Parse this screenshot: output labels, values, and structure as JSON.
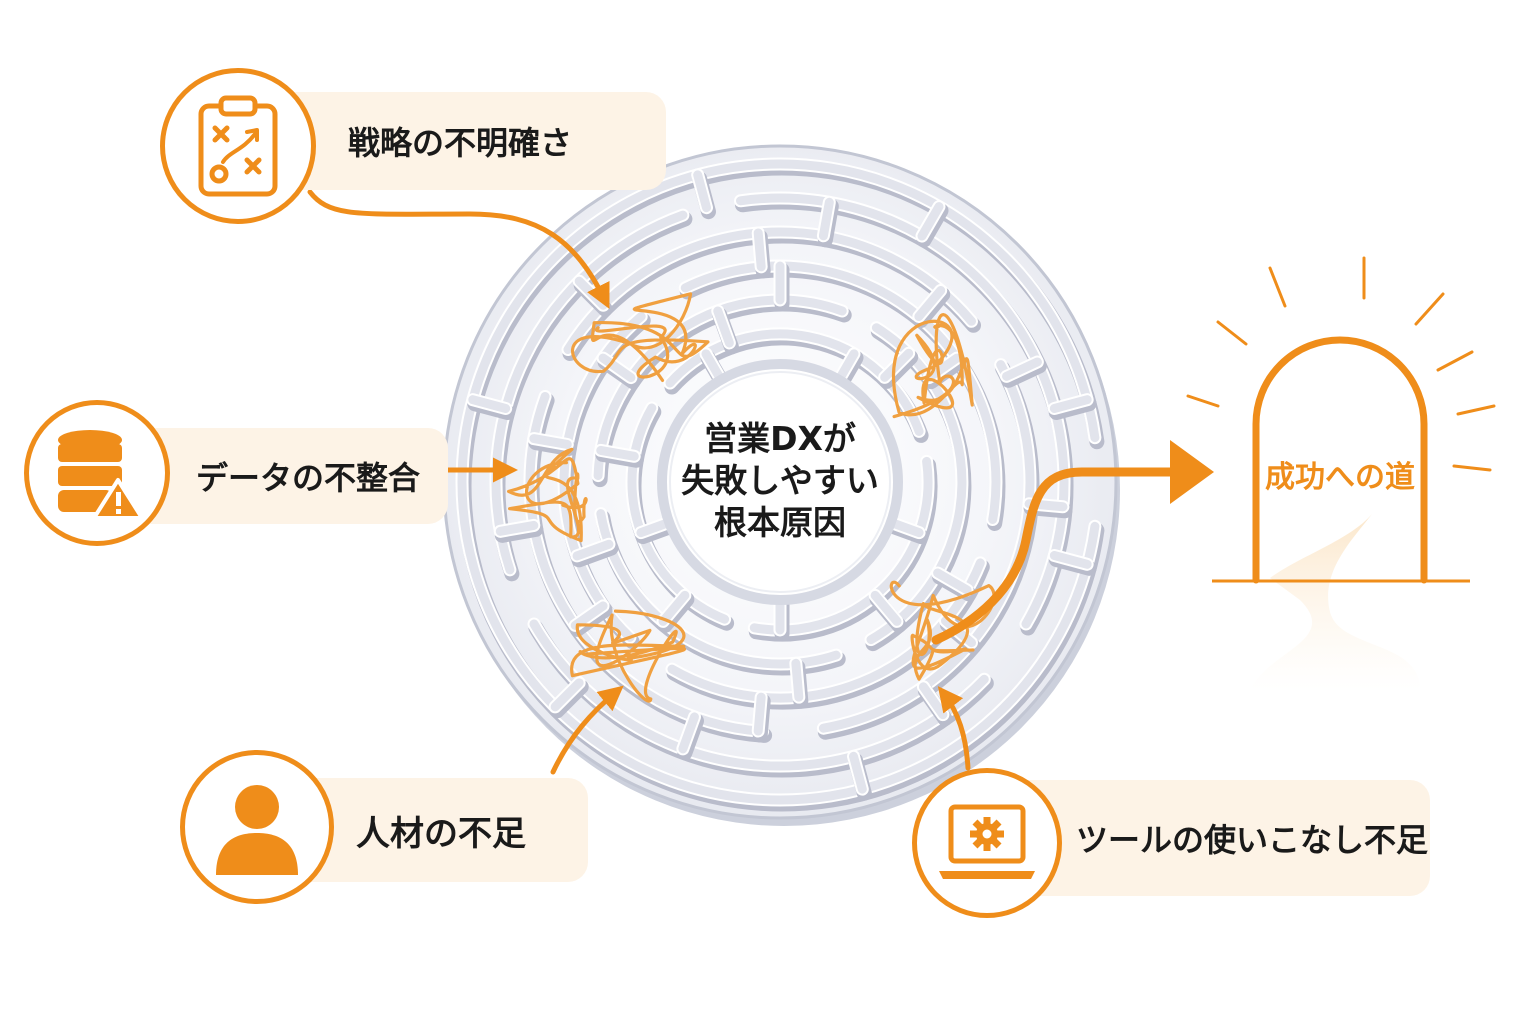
{
  "center": {
    "line1": "営業DXが",
    "line2": "失敗しやすい",
    "line3": "根本原因"
  },
  "causes": {
    "strategy": {
      "label": "戦略の不明確さ",
      "icon": "clipboard-strategy-icon"
    },
    "data": {
      "label": "データの不整合",
      "icon": "database-warning-icon"
    },
    "talent": {
      "label": "人材の不足",
      "icon": "person-icon"
    },
    "tools": {
      "label": "ツールの使いこなし不足",
      "icon": "laptop-gear-icon"
    }
  },
  "goal": {
    "label": "成功への道",
    "icon": "archway-icon"
  },
  "colors": {
    "accent": "#ef8d1a",
    "label_bg": "#fdf3e6",
    "maze_wall": "#e2e4ec",
    "maze_shadow": "#b9bccb",
    "text": "#1a1a1a"
  }
}
